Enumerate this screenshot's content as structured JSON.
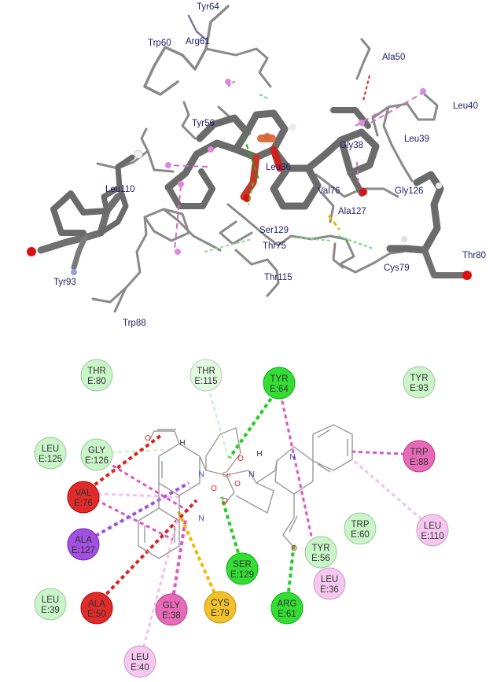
{
  "top_panel": {
    "residue_labels": [
      "Tyr64",
      "Trp60",
      "Arg61",
      "Ala50",
      "Leu40",
      "Leu39",
      "Tyr56",
      "Gly38",
      "Leu36",
      "Val76",
      "Gly126",
      "Ala127",
      "Leu110",
      "Ser129",
      "Thr75",
      "Thr80",
      "Cys79",
      "Thr115",
      "Tyr93",
      "Trp88"
    ]
  },
  "bottom_panel": {
    "residues": [
      {
        "id": "thr80",
        "name": "THR",
        "chain": "E:80",
        "color": "#c9f5c9"
      },
      {
        "id": "thr115",
        "name": "THR",
        "chain": "E:115",
        "color": "#e2fae2"
      },
      {
        "id": "tyr64",
        "name": "TYR",
        "chain": "E:64",
        "color": "#33dd33"
      },
      {
        "id": "tyr93",
        "name": "TYR",
        "chain": "E:93",
        "color": "#c9f5c9"
      },
      {
        "id": "leu125",
        "name": "LEU",
        "chain": "E:125",
        "color": "#c9f5c9"
      },
      {
        "id": "gly126",
        "name": "GLY",
        "chain": "E:126",
        "color": "#c9f5c9"
      },
      {
        "id": "trp88",
        "name": "TRP",
        "chain": "E:88",
        "color": "#e66ab8"
      },
      {
        "id": "val76",
        "name": "VAL",
        "chain": "E:76",
        "color": "#e02b2b"
      },
      {
        "id": "leu110",
        "name": "LEU",
        "chain": "E:110",
        "color": "#f6c8f0"
      },
      {
        "id": "trp60",
        "name": "TRP",
        "chain": "E:60",
        "color": "#c9f5c9"
      },
      {
        "id": "tyr56",
        "name": "TYR",
        "chain": "E:56",
        "color": "#c9f5c9"
      },
      {
        "id": "ala127",
        "name": "ALA",
        "chain": "E:127",
        "color": "#a150e0"
      },
      {
        "id": "leu36",
        "name": "LEU",
        "chain": "E:36",
        "color": "#f6c8f0"
      },
      {
        "id": "ser129",
        "name": "SER",
        "chain": "E:129",
        "color": "#33dd33"
      },
      {
        "id": "leu39",
        "name": "LEU",
        "chain": "E:39",
        "color": "#c9f5c9"
      },
      {
        "id": "ala50",
        "name": "ALA",
        "chain": "E:50",
        "color": "#e02b2b"
      },
      {
        "id": "gly38",
        "name": "GLY",
        "chain": "E:38",
        "color": "#e66ab8"
      },
      {
        "id": "cys79",
        "name": "CYS",
        "chain": "E:79",
        "color": "#f2c12c"
      },
      {
        "id": "arg61",
        "name": "ARG",
        "chain": "E:61",
        "color": "#33dd33"
      },
      {
        "id": "leu40",
        "name": "LEU",
        "chain": "E:40",
        "color": "#f6c8f0"
      }
    ],
    "atom_labels": {
      "n": "N",
      "o": "O",
      "h": "H",
      "cu": "Cu"
    }
  }
}
